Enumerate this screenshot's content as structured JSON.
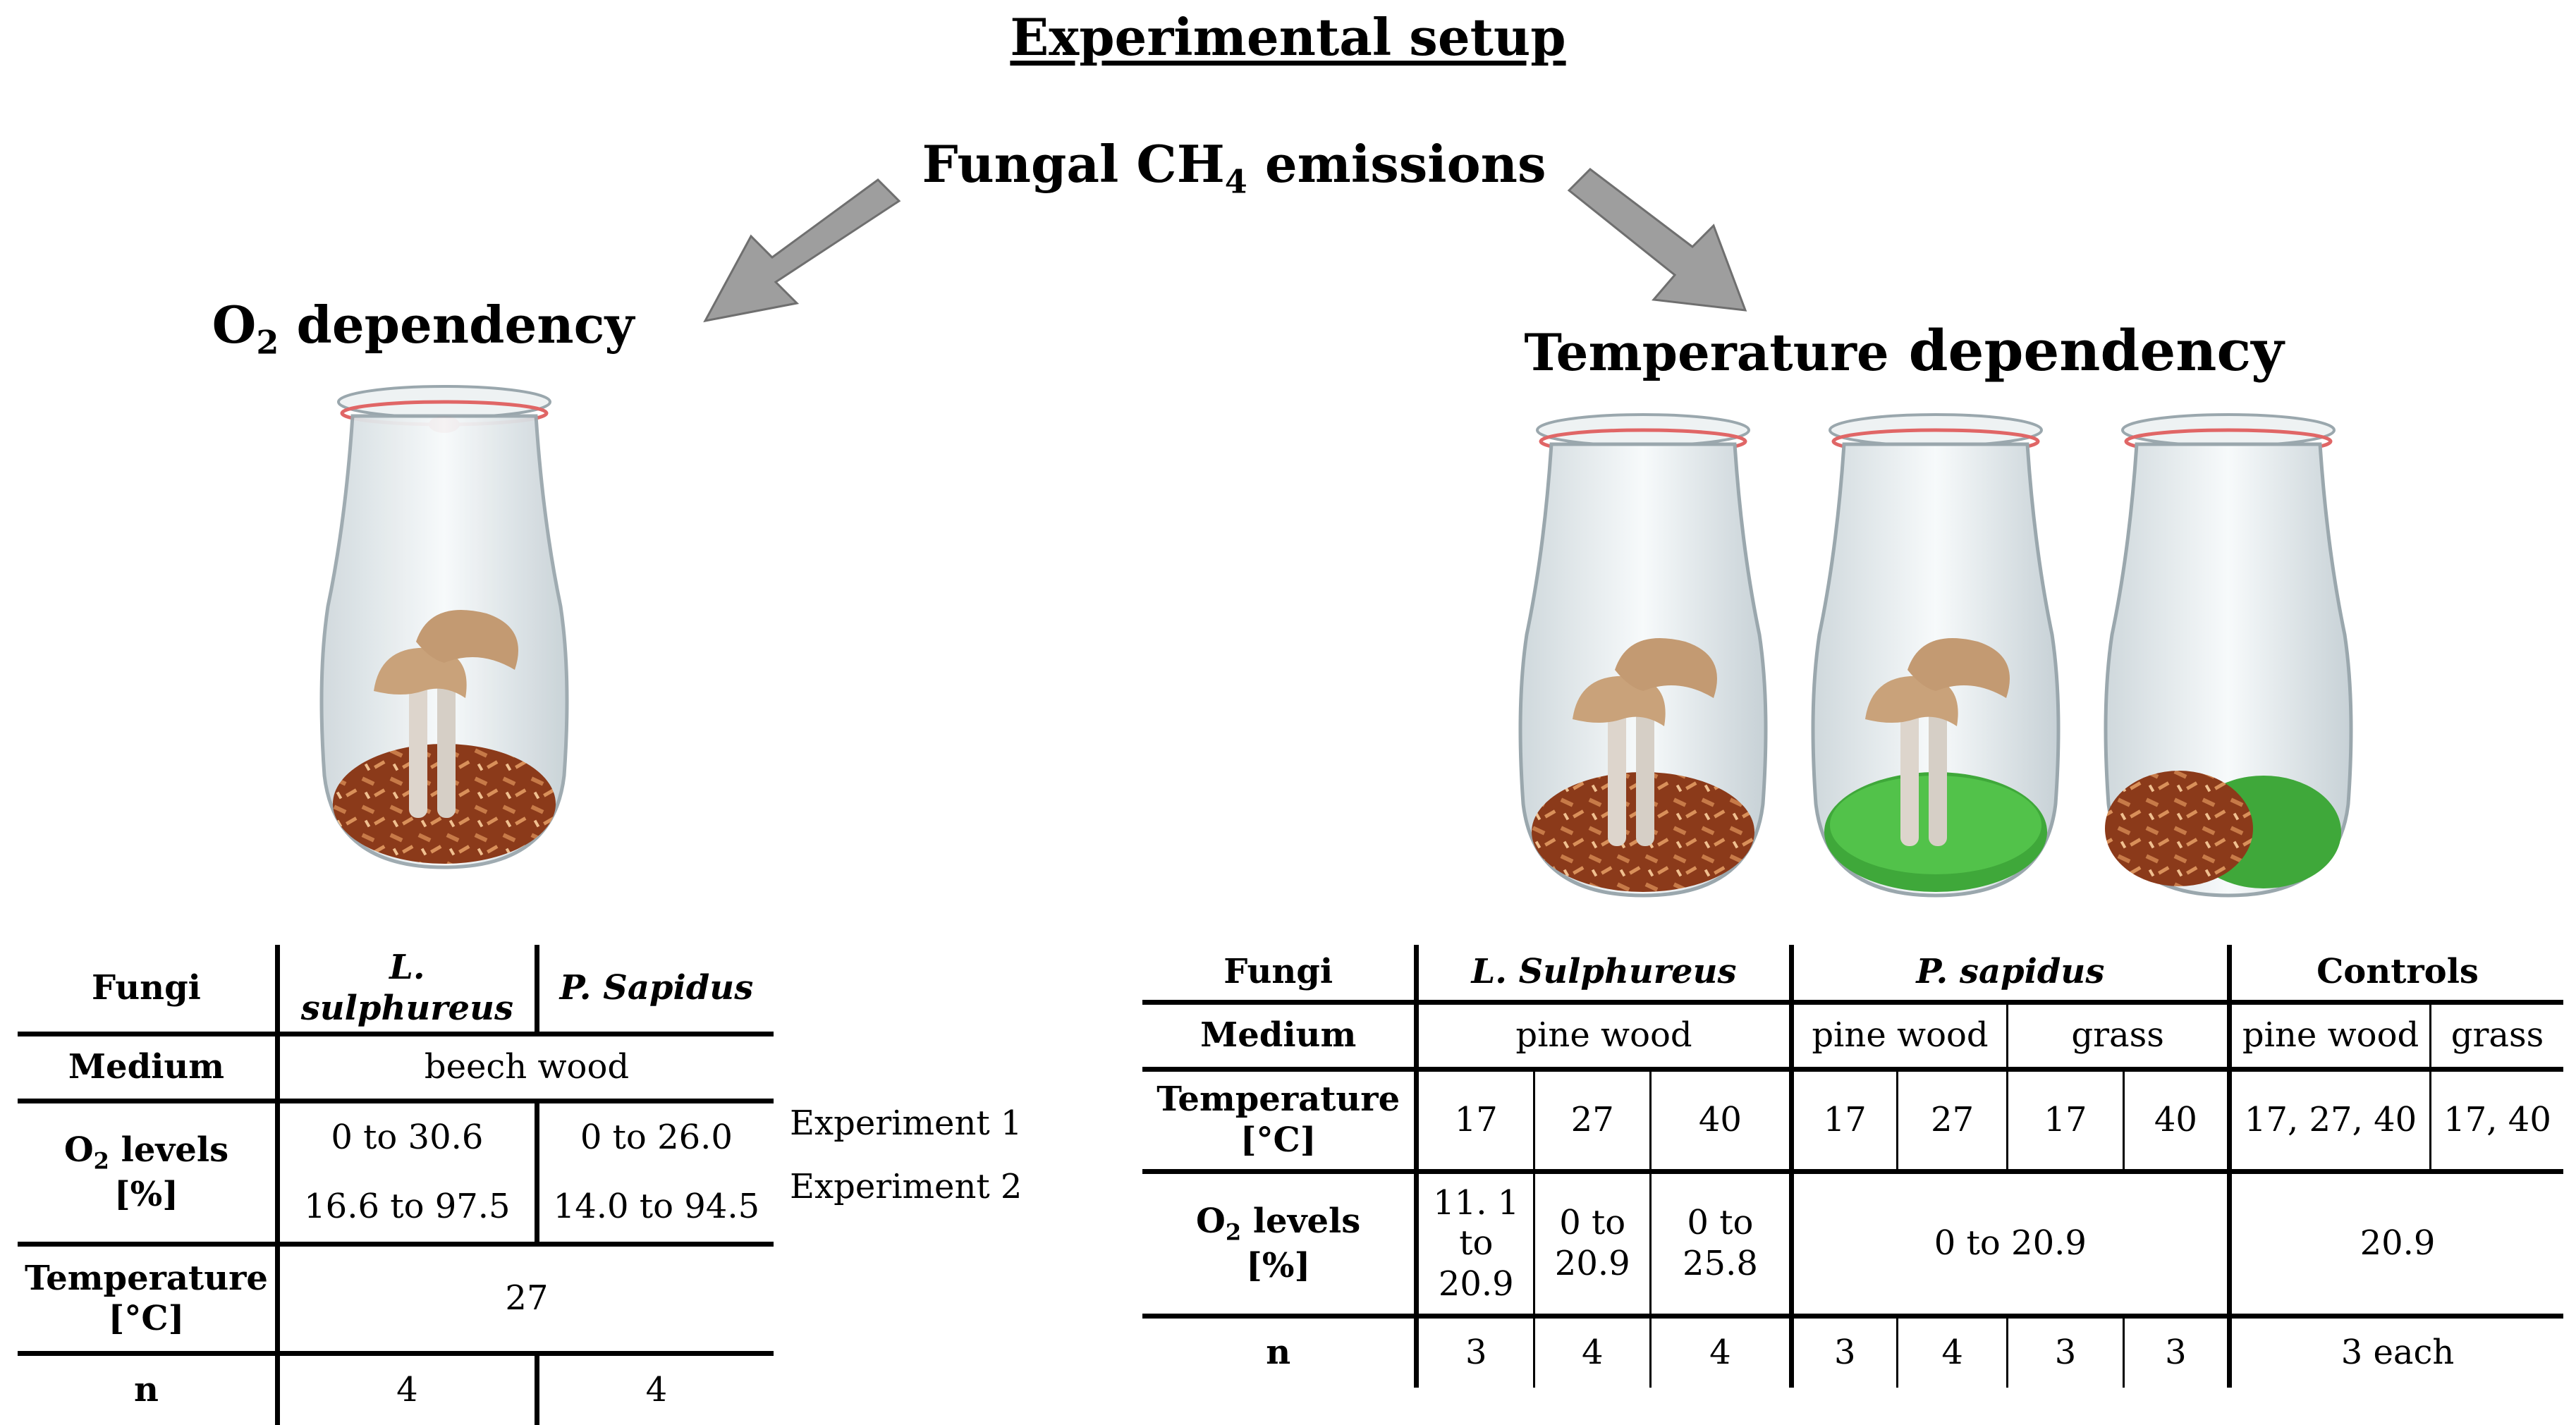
{
  "title": "Experimental setup",
  "center_heading": {
    "prefix": "Fungal CH",
    "sub": "4",
    "suffix": " emissions"
  },
  "left_heading": {
    "prefix": "O",
    "sub": "2",
    "suffix": " dependency"
  },
  "right_heading": {
    "a": "Temperature",
    "b": " dependency"
  },
  "colors": {
    "arrow": "#9e9e9e",
    "glass": "#e9eef0",
    "lid_seal": "#e06666",
    "cap_brown": "#c9a27a",
    "stem": "#d6cfc6",
    "wood": "#a0522d",
    "grass": "#3fa83a"
  },
  "left_table": {
    "header": [
      "Fungi",
      "L. sulphureus",
      "P. Sapidus"
    ],
    "medium": [
      "Medium",
      "beech wood"
    ],
    "o2": {
      "label": "O",
      "label_sub": "2",
      "label_suffix": " levels",
      "label_unit": "[%]",
      "exp1": [
        "0 to 30.6",
        "0 to 26.0"
      ],
      "exp2": [
        "16.6 to 97.5",
        "14.0 to 94.5"
      ]
    },
    "temperature": [
      "Temperature",
      "[°C]",
      "27"
    ],
    "n": [
      "n",
      "4",
      "4"
    ],
    "notes": [
      "Experiment 1",
      "Experiment 2"
    ]
  },
  "right_table": {
    "header": [
      "Fungi",
      "L. Sulphureus",
      "P. sapidus",
      "Controls"
    ],
    "medium": [
      "Medium",
      "pine wood",
      "pine wood",
      "grass",
      "pine wood",
      "grass"
    ],
    "temperature_label": [
      "Temperature",
      "[°C]"
    ],
    "temperatures": [
      "17",
      "27",
      "40",
      "17",
      "27",
      "17",
      "40",
      "17, 27, 40",
      "17, 40"
    ],
    "o2": {
      "label": "O",
      "label_sub": "2",
      "label_suffix": " levels",
      "label_unit": "[%]",
      "values": [
        "11. 1 to 20.9",
        "0 to 20.9",
        "0 to 25.8",
        "0 to 20.9",
        "20.9"
      ]
    },
    "n": [
      "n",
      "3",
      "4",
      "4",
      "3",
      "4",
      "3",
      "3",
      "3 each"
    ]
  }
}
